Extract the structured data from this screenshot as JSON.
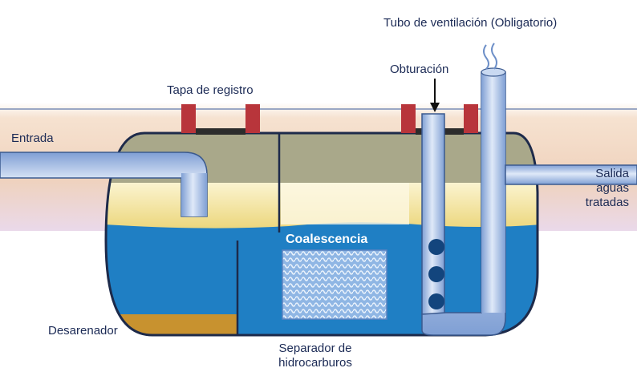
{
  "labels": {
    "vent_tube": "Tubo de ventilación (Obligatorio)",
    "obturation": "Obturación",
    "access_cover": "Tapa de registro",
    "inlet": "Entrada",
    "outlet_line1": "Salida",
    "outlet_line2": "aguas",
    "outlet_line3": "tratadas",
    "coalescence": "Coalescencia",
    "sand_trap": "Desarenador",
    "separator_line1": "Separador de",
    "separator_line2": "hidrocarburos"
  },
  "colors": {
    "ground": "#f3ddc8",
    "water": "#1f7fc4",
    "oil_layer": "#f4e7a2",
    "scum_layer": "#a9a88a",
    "sediment": "#c8922f",
    "pipe": "#a9c3ea",
    "cover_red": "#b8353b",
    "label": "#1b2a55"
  }
}
